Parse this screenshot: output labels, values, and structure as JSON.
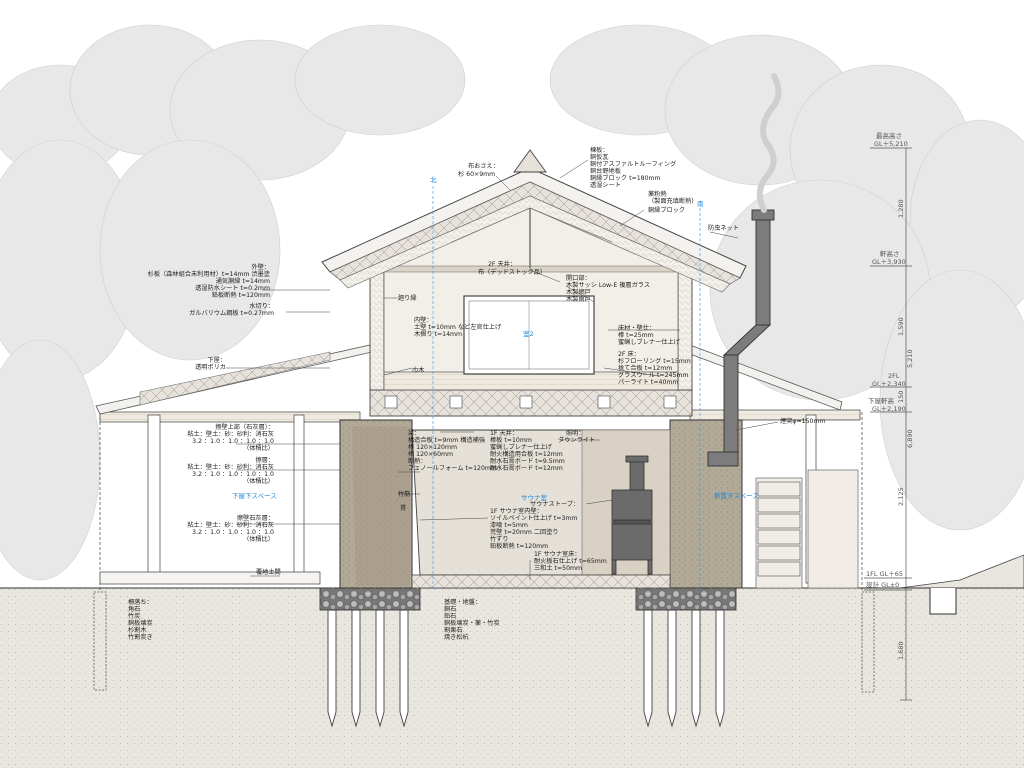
{
  "rooms": {
    "room2f": "室2",
    "sauna": "サウナ室",
    "eave_left": "下屋下スペース",
    "eave_right": "薪置きスペース"
  },
  "marks": {
    "north": "北",
    "south": "南"
  },
  "levels": {
    "max_h": "最高高さ",
    "max_gl": "GL＋5,210",
    "eave_h": "軒高さ",
    "eave_gl": "GL＋3,930",
    "fl2_label": "2FL",
    "fl2_gl": "GL＋2,340",
    "lower_eave": "下屋軒高",
    "lower_gl": "GL＋2,190",
    "fl1": "1FL GL＋65",
    "design": "設計 GL±0"
  },
  "dims": {
    "d1280": "1,280",
    "d1590": "1,590",
    "d5210": "5,210",
    "d150": "150",
    "d6890": "6,890",
    "d2125": "2,125",
    "d1680": "1,680"
  },
  "notes": {
    "ridge": [
      "棟板：",
      "銅仮瓦",
      "銅付アスファルトルーフィング",
      "銅台野地板",
      "銅縁ブロック t=180mm",
      "透湿シート"
    ],
    "roof_press": [
      "布おさえ：",
      "杉 60×9mm"
    ],
    "insulation": [
      "薬粉熱",
      "（製面充填断熱）",
      "銅縁ブロック"
    ],
    "insect": "防虫ネット",
    "ceiling2f": "2F 天井：",
    "ceiling2f_d": "布（デッドストック品）",
    "wall_ext": [
      "外壁：",
      "杉板（森林組合未利用材）t=14mm 渋墨塗",
      "通気胴縁 t=14mm",
      "透湿防水シート t=0.2mm",
      "鉛板断熱 t=120mm"
    ],
    "water": [
      "水切り：",
      "ガルバリウム鋼板 t=0.27mm"
    ],
    "hari": "廻り縁",
    "opening": [
      "開口部：",
      "木製サッシ Low-E 複層ガラス",
      "木製網戸",
      "木製雨戸"
    ],
    "interior": [
      "内壁：",
      "土壁 t=10mm など左官仕上げ",
      "木摺り t=14mm"
    ],
    "floor_mat": [
      "床材・壁仕：",
      "棒 t=25mm",
      "蜜蝋しブレナー仕上げ"
    ],
    "floor2f": [
      "2F 床：",
      "杉フローリング t=15mm",
      "捨て合板 t=12mm",
      "グラスウール t=245mm",
      "パーライト t=40mm"
    ],
    "lower_roof": [
      "下屋：",
      "透明ポリカ"
    ],
    "habaki": "巾木",
    "chimney": "煙突φ=150mm",
    "wall_up": [
      "擦壁上部（石灰層）：",
      "粘土：壁土：砂：砂利：消石灰",
      "3.2 ：1.0 ：1.0 ：1.0 ：1.0",
      "（体積比）"
    ],
    "wall_mid": [
      "擦層：",
      "粘土：壁土：砂：砂利：消石灰",
      "3.2 ：1.0 ：1.0 ：1.0 ：1.0",
      "（体積比）"
    ],
    "wall_low": [
      "擦壁石灰層：",
      "粘土：壁土：砂：砂利：消石灰",
      "3.2 ：1.0 ：1.0 ：1.0 ：1.0",
      "（体積比）"
    ],
    "beam": [
      "梁：",
      "構造合板 t=9mm 構造補強",
      "棒 120×120mm",
      "棒 120×60mm",
      "断熱：",
      "フェノールフォーム t=120mm"
    ],
    "ceiling1f": [
      "1F 天井：",
      "棒板 t=10mm",
      "蜜蝋しブレナー仕上げ",
      "耐火構造用合板 t=12mm",
      "耐水石膏ボード t=9.5mm",
      "耐水石膏ボード t=12mm"
    ],
    "light": [
      "照明：",
      "ダウンライト"
    ],
    "stove": "サウナストーブ：",
    "take": "竹筋",
    "nuki": "貫",
    "sauna_wall": [
      "1F サウナ室内壁：",
      "ソイルペイント仕上げ t=3mm",
      "漆喰 t=5mm",
      "荒壁 t=20mm 二回塗り",
      "竹ずり",
      "鉛板断熱 t=120mm"
    ],
    "sauna_floor": [
      "1F サウナ室床：",
      "耐火板石仕上げ t=65mm",
      "三和土 t=50mm"
    ],
    "ext_floor": "覆地土間",
    "left_ground": [
      "柵落ち：",
      "角石",
      "竹炭",
      "銅板壊炭",
      "杉割木",
      "竹割炭き"
    ],
    "foundation": [
      "基礎・地盤：",
      "銅石",
      "鉛石",
      "銅板壊炭・薬・竹炭",
      "割栗石",
      "焼き松杭"
    ]
  }
}
